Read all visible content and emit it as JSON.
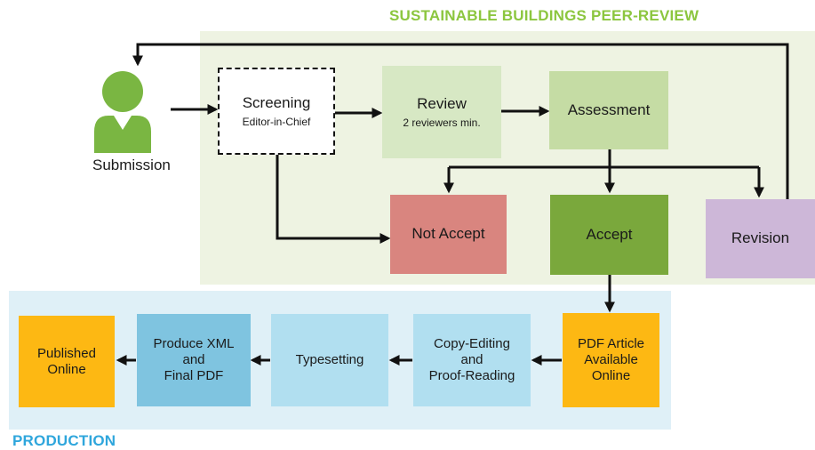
{
  "peer_review": {
    "title": "SUSTAINABLE BUILDINGS PEER-REVIEW",
    "color": "#8cc63f",
    "background": "#eef3e2"
  },
  "production": {
    "title": "PRODUCTION",
    "color": "#2fa6dc",
    "background": "#dff0f7"
  },
  "submission": {
    "label": "Submission",
    "icon": "person-icon",
    "color": "#7ab642"
  },
  "nodes": {
    "screening": {
      "main": "Screening",
      "sub": "Editor-in-Chief",
      "color": "#ffffff"
    },
    "review": {
      "main": "Review",
      "sub": "2 reviewers min.",
      "color": "#d7e8c4"
    },
    "assessment": {
      "main": "Assessment",
      "color": "#c5dca4"
    },
    "not_accept": {
      "main": "Not Accept",
      "color": "#d9857f"
    },
    "accept": {
      "main": "Accept",
      "color": "#7aa83c"
    },
    "revision": {
      "main": "Revision",
      "color": "#cdb7d8"
    },
    "pdf_article": {
      "lines": [
        "PDF Article",
        "Available",
        "Online"
      ],
      "color": "#fdb813"
    },
    "copy_editing": {
      "lines": [
        "Copy-Editing",
        "and",
        "Proof-Reading"
      ],
      "color": "#b1dff0"
    },
    "typesetting": {
      "main": "Typesetting",
      "color": "#b1dff0"
    },
    "produce_xml": {
      "lines": [
        "Produce XML",
        "and",
        "Final PDF"
      ],
      "color": "#7fc4e0"
    },
    "published": {
      "lines": [
        "Published",
        "Online"
      ],
      "color": "#fdb813"
    }
  }
}
